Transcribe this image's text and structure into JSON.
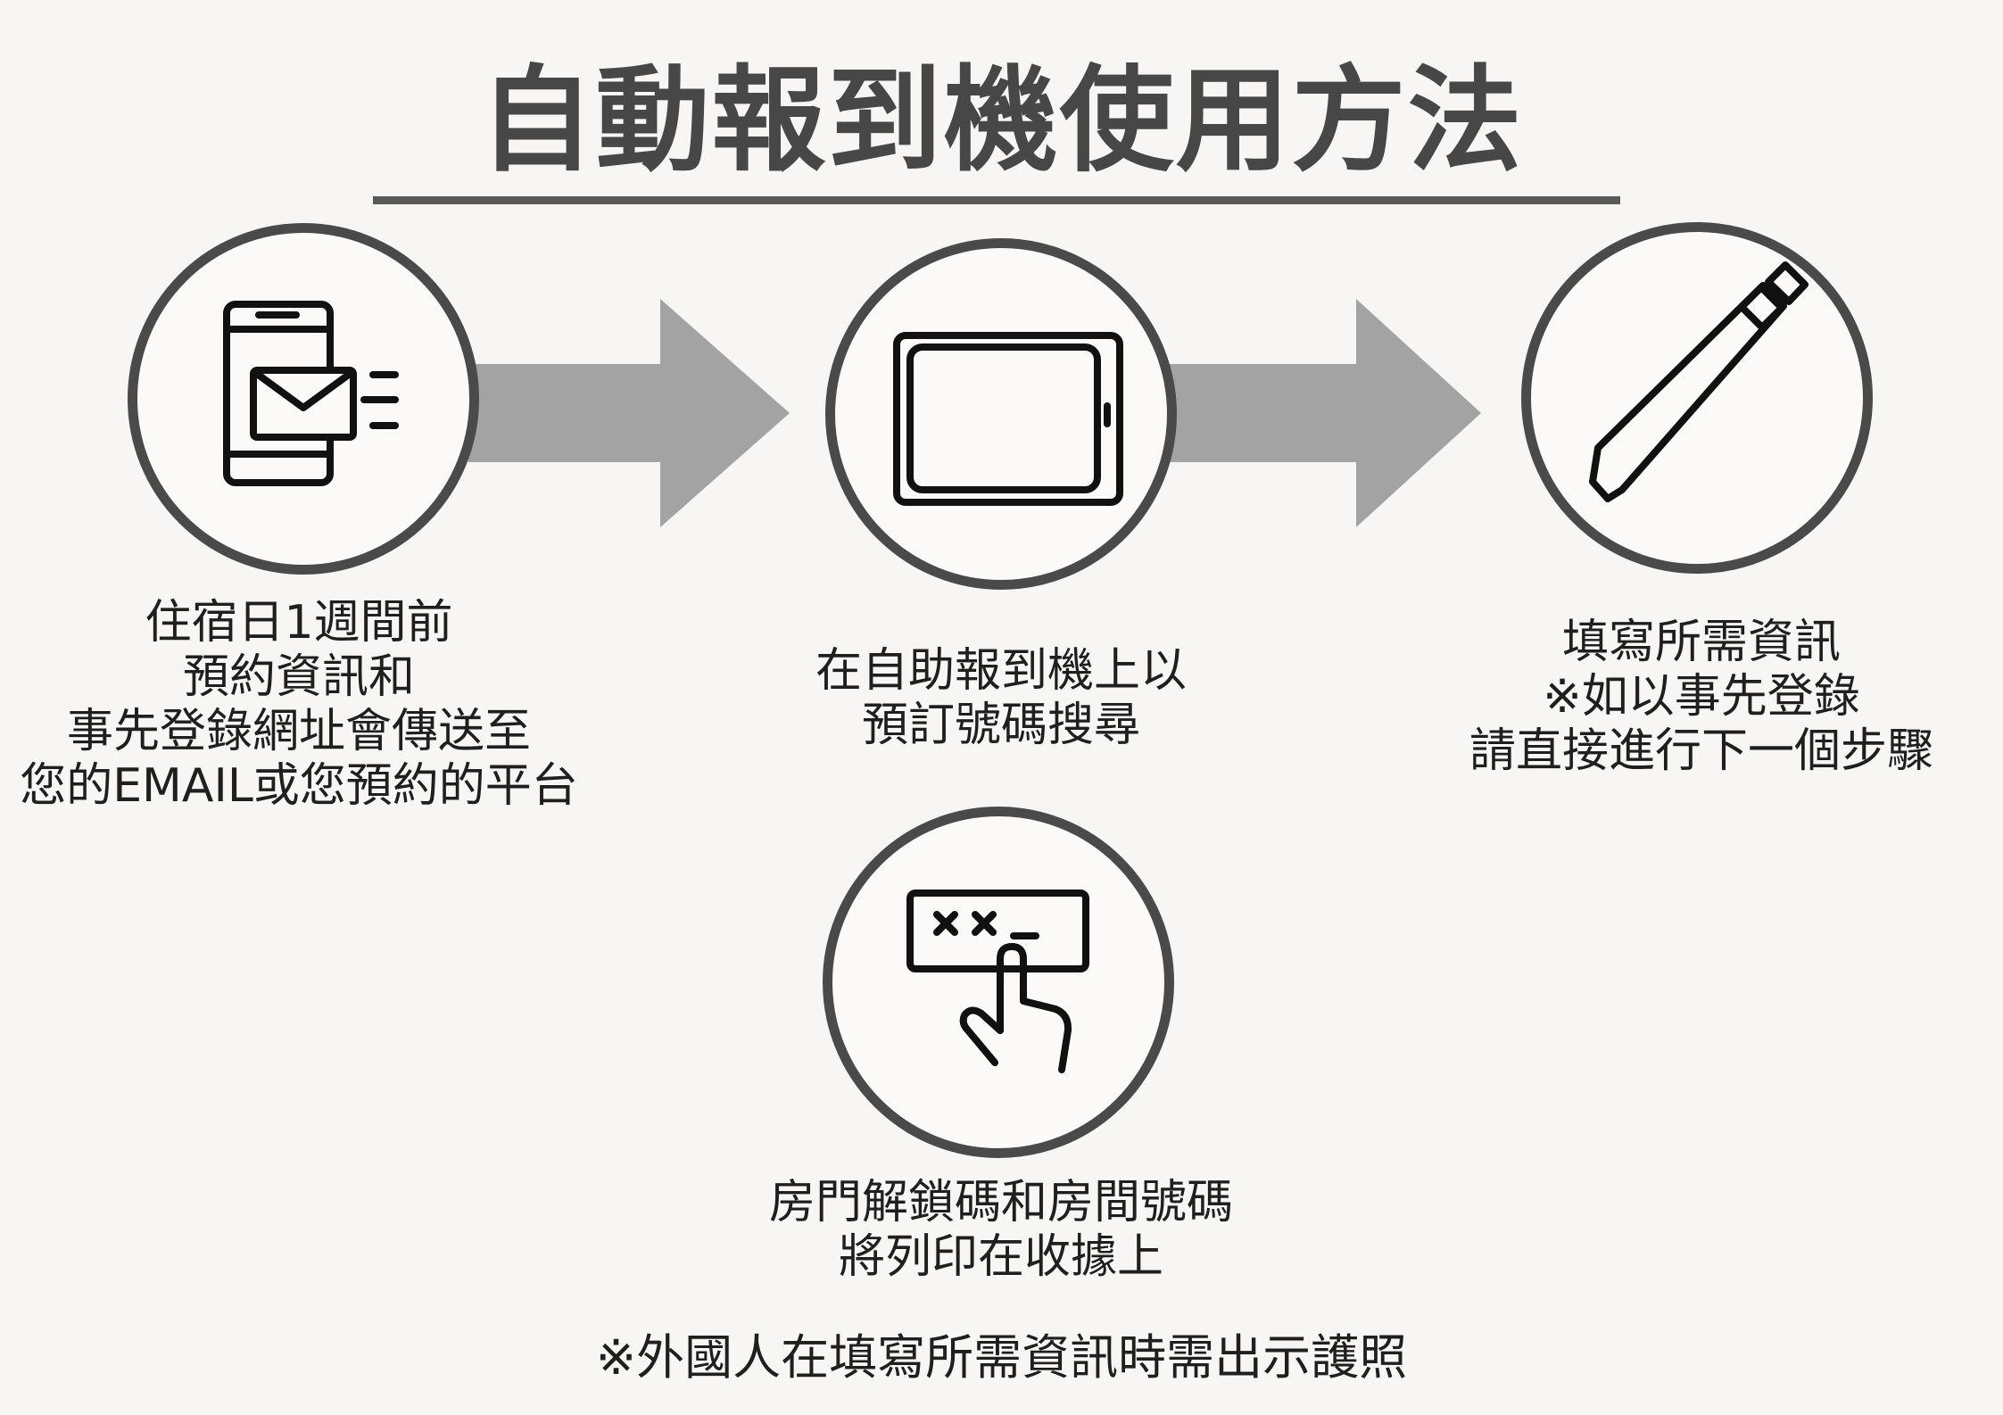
{
  "title": "自動報到機使用方法",
  "steps": [
    {
      "icon": "phone-email-icon",
      "caption_lines": [
        "住宿日1週間前",
        "預約資訊和",
        "事先登錄網址會傳送至",
        "您的EMAIL或您預約的平台"
      ]
    },
    {
      "icon": "tablet-icon",
      "caption_lines": [
        "在自助報到機上以",
        "預訂號碼搜尋"
      ]
    },
    {
      "icon": "pencil-icon",
      "caption_lines": [
        "填寫所需資訊",
        "※如以事先登錄",
        "請直接進行下一個步驟"
      ]
    },
    {
      "icon": "keypad-tap-icon",
      "caption_lines": [
        "房門解鎖碼和房間號碼",
        "將列印在收據上"
      ]
    }
  ],
  "footnote": "※外國人在填寫所需資訊時需出示護照",
  "colors": {
    "background": "#f8f6f4",
    "title": "#474747",
    "circle_border": "#4a4a4a",
    "arrow": "#a3a3a3",
    "icon_stroke": "#111111"
  }
}
